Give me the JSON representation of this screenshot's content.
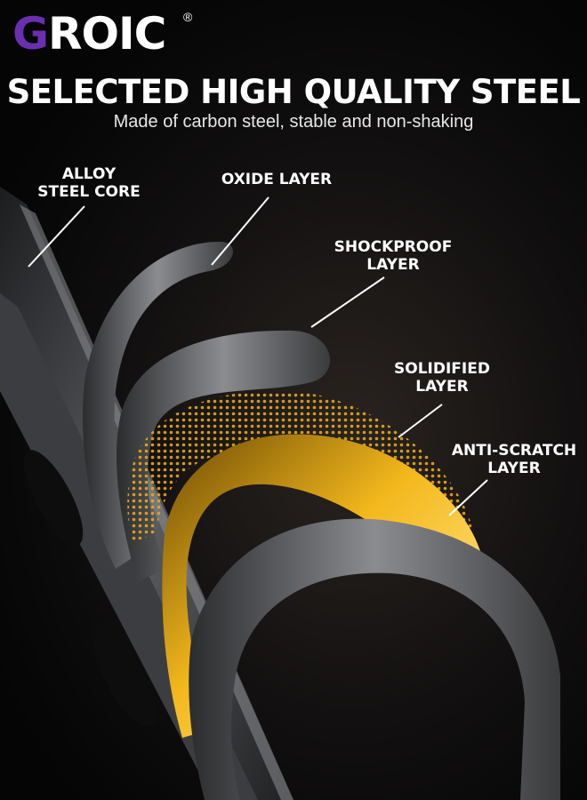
{
  "brand": {
    "logo_first": "G",
    "logo_rest": "ROIC",
    "registered": "®"
  },
  "headline": {
    "title": "SELECTED HIGH QUALITY STEEL",
    "subtitle": "Made of carbon steel, stable and non-shaking"
  },
  "layers": [
    {
      "line1": "ALLOY",
      "line2": "STEEL CORE"
    },
    {
      "line1": "OXIDE LAYER",
      "line2": ""
    },
    {
      "line1": "SHOCKPROOF",
      "line2": "LAYER"
    },
    {
      "line1": "SOLIDIFIED",
      "line2": "LAYER"
    },
    {
      "line1": "ANTI-SCRATCH",
      "line2": "LAYER"
    }
  ],
  "colors": {
    "background": "#050505",
    "logo_purple": "#6a2fb0",
    "steel": "#6e7074",
    "gold": "#e8a915",
    "text": "#ffffff"
  }
}
